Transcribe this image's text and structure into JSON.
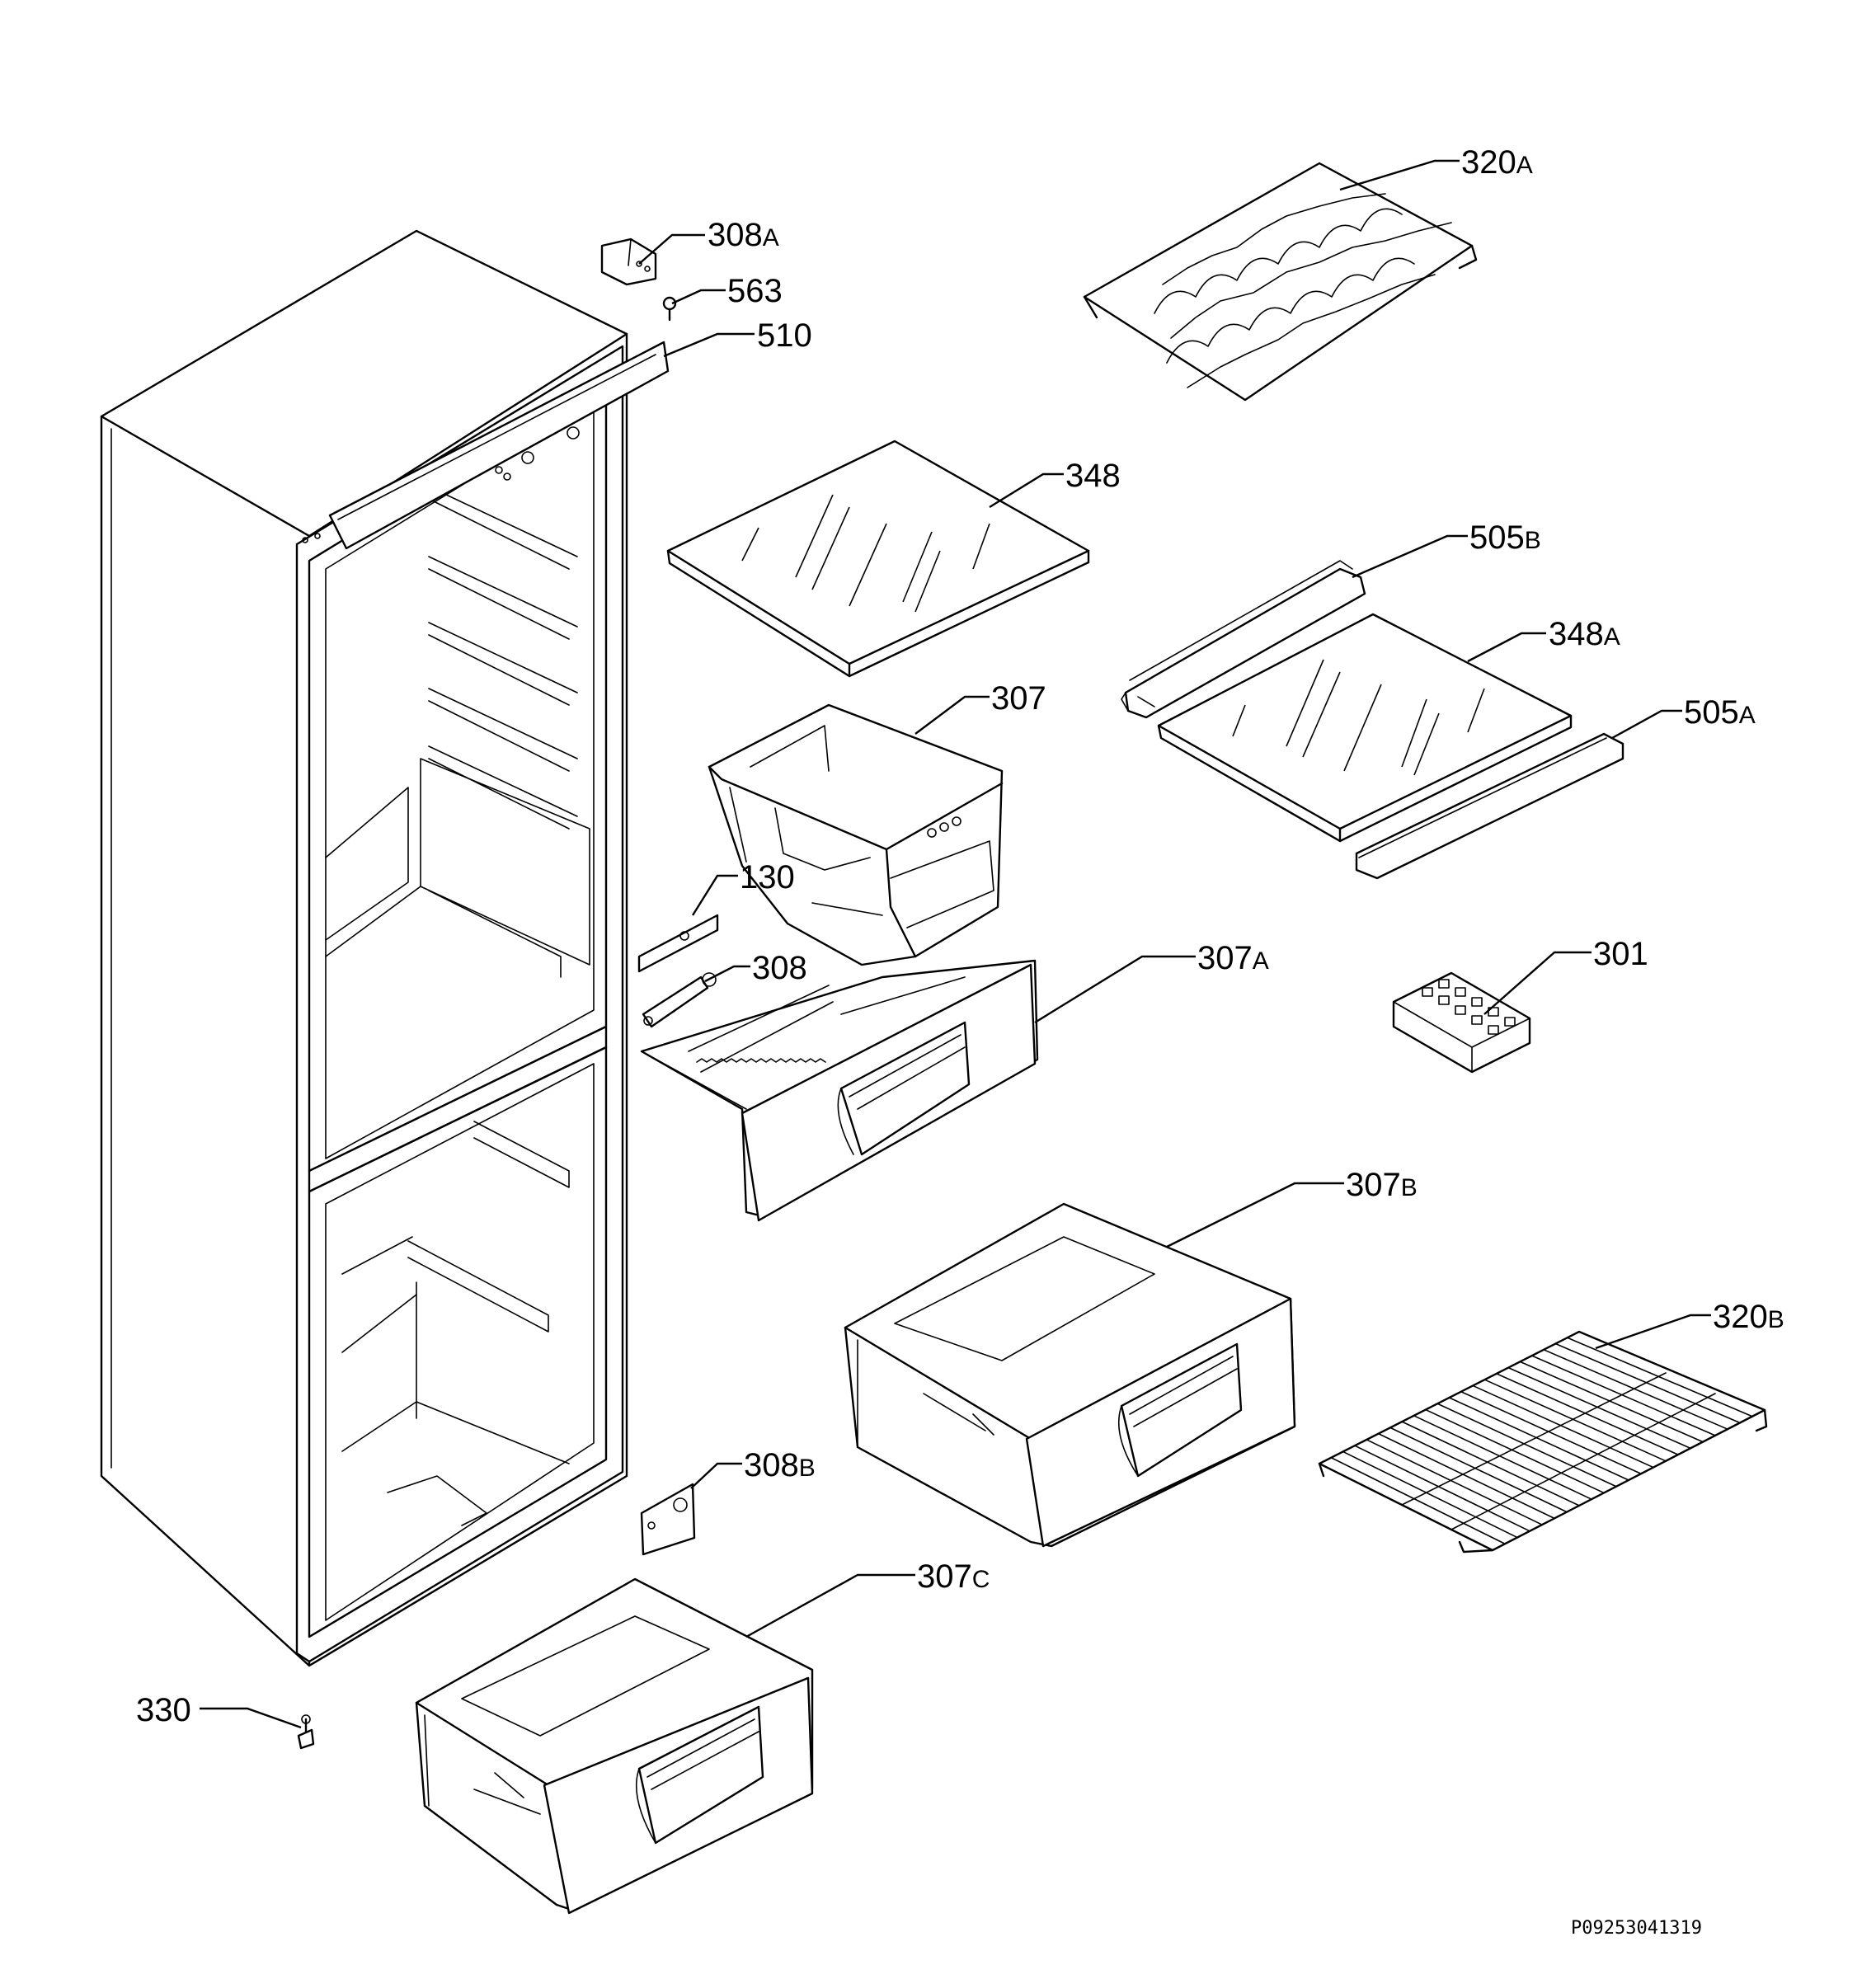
{
  "labels": {
    "shelf_rack_top": {
      "num": "320",
      "sfx": "A"
    },
    "hinge_top": {
      "num": "308",
      "sfx": "A"
    },
    "pin_563": {
      "num": "563",
      "sfx": ""
    },
    "control_panel": {
      "num": "510",
      "sfx": ""
    },
    "glass_shelf": {
      "num": "348",
      "sfx": ""
    },
    "trim_back": {
      "num": "505",
      "sfx": "B"
    },
    "glass_shelf_a": {
      "num": "348",
      "sfx": "A"
    },
    "trim_front": {
      "num": "505",
      "sfx": "A"
    },
    "crisper_box": {
      "num": "307",
      "sfx": ""
    },
    "part_130": {
      "num": "130",
      "sfx": ""
    },
    "hinge_mid": {
      "num": "308",
      "sfx": ""
    },
    "drawer_a": {
      "num": "307",
      "sfx": "A"
    },
    "ice_tray": {
      "num": "301",
      "sfx": ""
    },
    "drawer_b": {
      "num": "307",
      "sfx": "B"
    },
    "wire_shelf": {
      "num": "320",
      "sfx": "B"
    },
    "hinge_bottom": {
      "num": "308",
      "sfx": "B"
    },
    "drawer_c": {
      "num": "307",
      "sfx": "C"
    },
    "foot_330": {
      "num": "330",
      "sfx": ""
    }
  },
  "drawing_code": "P09253041319"
}
